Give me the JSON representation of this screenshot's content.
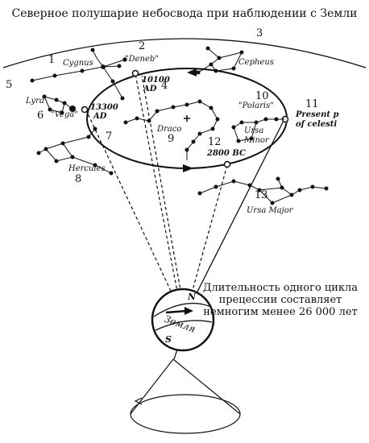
{
  "title": "Северное полушарие небосвода при наблюдении с Земли",
  "constellations": {
    "cygnus": "Cygnus",
    "deneb": "\"Deneb\"",
    "cepheus": "Cepheus",
    "lyra": "Lyra",
    "vega": "\"Vega\"",
    "draco": "Draco",
    "polaris": "\"Polaris\"",
    "ursa_minor_1": "Ursa",
    "ursa_minor_2": "Minor",
    "hercules": "Hercules",
    "ursa_major": "Ursa Major"
  },
  "dates": {
    "ad10100_a": "10100",
    "ad10100_b": "AD",
    "ad13300_a": "13300",
    "ad13300_b": "AD",
    "bc2800": "2800 BC",
    "present_a": "Present p",
    "present_b": "of celesti"
  },
  "numbers": [
    "1",
    "2",
    "3",
    "4",
    "5",
    "6",
    "7",
    "8",
    "9",
    "10",
    "11",
    "12",
    "13"
  ],
  "earth": {
    "north": "N",
    "south": "S",
    "name": "Земля"
  },
  "note": [
    "Длительность одного цикла",
    "прецессии составляет",
    "немногим менее 26 000 лет"
  ]
}
